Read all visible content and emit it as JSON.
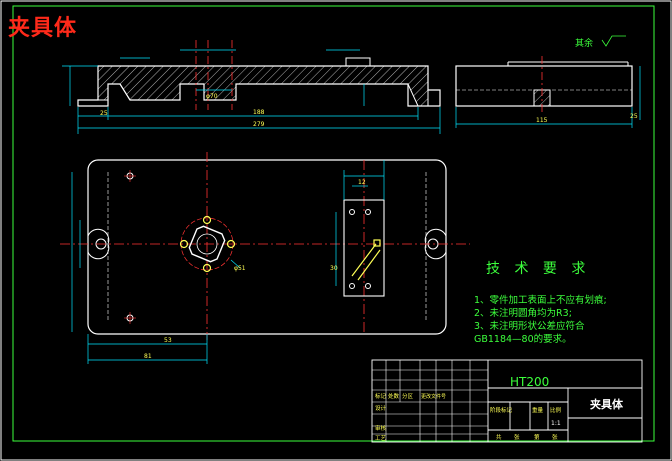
{
  "drawing": {
    "title": "夹具体",
    "roughness_note": "其余",
    "material": "HT200",
    "part_name": "夹具体",
    "scale": "1:1"
  },
  "tech_requirements": {
    "title": "技 术 要 求",
    "items": [
      "1、零件加工表面上不应有划痕;",
      "2、未注明圆角均为R3;",
      "3、未注明形状公差应符合",
      "GB1184—80的要求。"
    ]
  },
  "dimensions": {
    "front_width_total": "279",
    "front_width_inner": "188",
    "front_left": "25",
    "front_diam": "φ70",
    "side_width": "115",
    "side_right": "25",
    "plan_53": "53",
    "plan_81": "81",
    "plan_r51": "φ51",
    "plan_12": "12",
    "plan_30": "30"
  },
  "title_block": {
    "row_labels": [
      "标记",
      "设计",
      "审核",
      "工艺"
    ],
    "header_labels": [
      "处数",
      "分区",
      "更改文件号"
    ],
    "stage_labels": [
      "阶段标记",
      "重量",
      "比例"
    ],
    "sheet_labels": [
      "共",
      "张",
      "第",
      "张"
    ]
  },
  "colors": {
    "background": "#000000",
    "frame": "#ffffff",
    "outline": "#ffffff",
    "center": "#ff3333",
    "dim": "#00e5ff",
    "text": "#33ff33",
    "hatch": "#ffffff",
    "accent": "#ffff55"
  }
}
